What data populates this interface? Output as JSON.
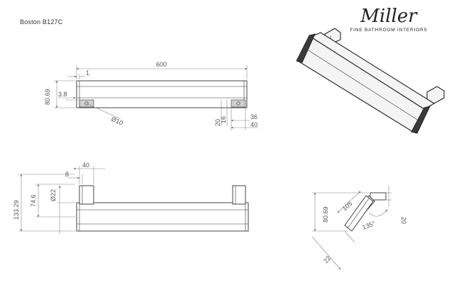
{
  "header": {
    "product_code": "Boston B127C",
    "brand_name": "Miller",
    "brand_tagline": "FINE BATHROOM INTERIORS"
  },
  "front_view": {
    "overall_width": "600",
    "bracket_offset": "1",
    "height": "80.69",
    "bracket_gap": "3.8",
    "screw_diameter": "Ø10",
    "dim_20": "20",
    "dim_16": "16",
    "dim_36": "36",
    "dim_40": "40"
  },
  "top_view": {
    "width_40": "40",
    "dim_8": "8",
    "depth_133": "133.29",
    "depth_74": "74.6",
    "tube_diameter": "Ø22"
  },
  "side_view": {
    "height": "80.69",
    "dim_105": "105",
    "dim_20": "20",
    "angle": "135°",
    "dim_22": "22"
  }
}
